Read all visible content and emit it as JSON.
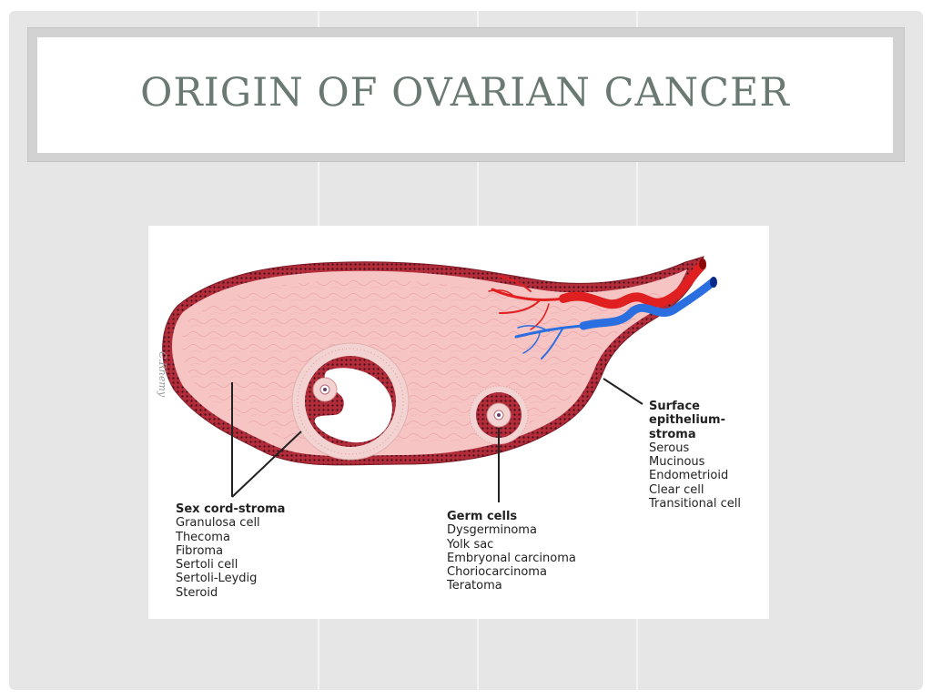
{
  "slide": {
    "title": "ORIGIN OF OVARIAN CANCER"
  },
  "figure": {
    "signature": "C.Rhemy",
    "groups": {
      "sex_cord": {
        "heading": "Sex cord-stroma",
        "items": [
          "Granulosa cell",
          "Thecoma",
          "Fibroma",
          "Sertoli cell",
          "Sertoli-Leydig",
          "Steroid"
        ]
      },
      "germ": {
        "heading": "Germ cells",
        "items": [
          "Dysgerminoma",
          "Yolk sac",
          "Embryonal carcinoma",
          "Choriocarcinoma",
          "Teratoma"
        ]
      },
      "surface": {
        "heading": [
          "Surface",
          "epithelium-",
          "stroma"
        ],
        "items": [
          "Serous",
          "Mucinous",
          "Endometrioid",
          "Clear cell",
          "Transitional cell"
        ]
      }
    },
    "colors": {
      "stroma": "#f7c4c4",
      "epithelium": "#b8303a",
      "artery": "#e02020",
      "vein": "#2a6ee0"
    }
  }
}
